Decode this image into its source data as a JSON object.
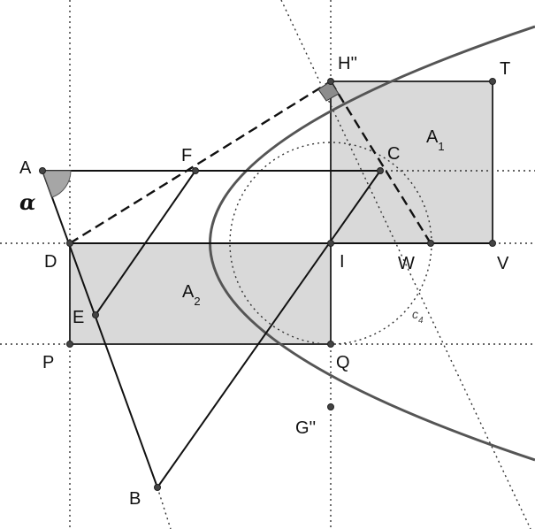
{
  "points": {
    "A": "A",
    "B": "B",
    "C": "C",
    "D": "D",
    "E": "E",
    "F": "F",
    "H": "H''",
    "I": "I",
    "P": "P",
    "Q": "Q",
    "T": "T",
    "V": "V",
    "W": "W",
    "G": "G''"
  },
  "regions": {
    "a1_base": "A",
    "a1_sub": "1",
    "a2_base": "A",
    "a2_sub": "2"
  },
  "angle_label": "α",
  "circle_label_base": "c",
  "circle_label_sub": "4",
  "colors": {
    "curve": "#555555",
    "fill": "#d9d9d9",
    "line": "#111111",
    "angle_fill": "#a6a6a6"
  }
}
